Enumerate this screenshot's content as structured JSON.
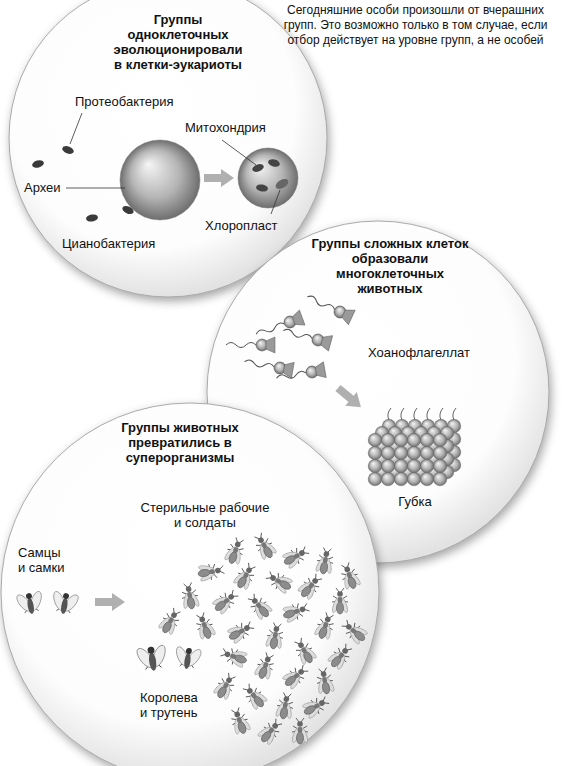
{
  "diagram": {
    "caption": "Сегодняшние особи произошли от вчерашних групп. Это возможно только в том случае, если отбор действует на уровне групп, а не особей",
    "nodes": [
      {
        "text": [
          "Группы одноклеточных эволюционировали в клетки-эукариоты",
          "Протеобактерия",
          "Митохондрия",
          "Археи",
          "Хлоропласт",
          "Цианобактерия"
        ]
      },
      {
        "text": [
          "Группы сложных клеток образовали многоклеточных животных",
          "Хоанофлагеллат",
          "Губка"
        ]
      },
      {
        "text": [
          "Группы животных превратились в суперорганизмы",
          "Стерильные рабочие и солдаты",
          "Самцы и самки",
          "Королева и трутень"
        ]
      }
    ]
  }
}
